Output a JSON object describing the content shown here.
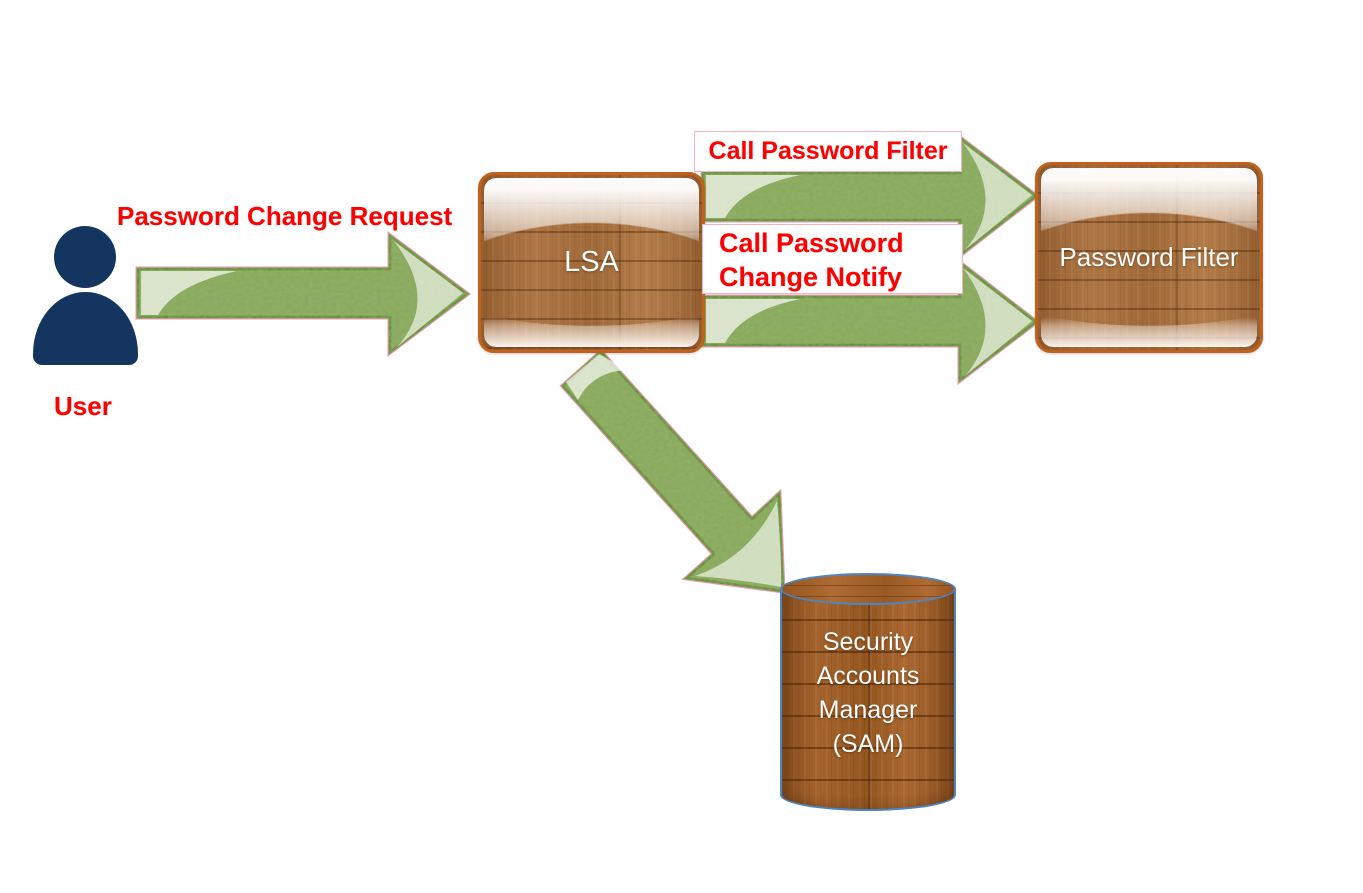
{
  "nodes": {
    "user": {
      "label": "User"
    },
    "lsa": {
      "label": "LSA"
    },
    "password_filter": {
      "label": "Password Filter"
    },
    "sam": {
      "lines": [
        "Security",
        "Accounts",
        "Manager",
        "(SAM)"
      ]
    }
  },
  "labels": {
    "password_change_request": "Password Change Request",
    "call_password_filter": "Call Password Filter",
    "call_password_change_notify_lines": [
      "Call Password",
      "Change Notify"
    ]
  },
  "icons": {
    "user": "user-person-icon"
  },
  "colors": {
    "label_red": "#fb0100",
    "user_icon_navy": "#14355f",
    "arrow_grass_green": "#86a658",
    "arrow_border_green": "#55801e",
    "arrow_outline_pink": "#e49cae",
    "box_wood_brown": "#a36d3c",
    "box_border_orange": "#c2611b",
    "cylinder_wood_brown": "#9a5a26",
    "cylinder_border_blue": "#4a86c8",
    "node_text_white": "#ffffff",
    "background": "#ffffff"
  }
}
